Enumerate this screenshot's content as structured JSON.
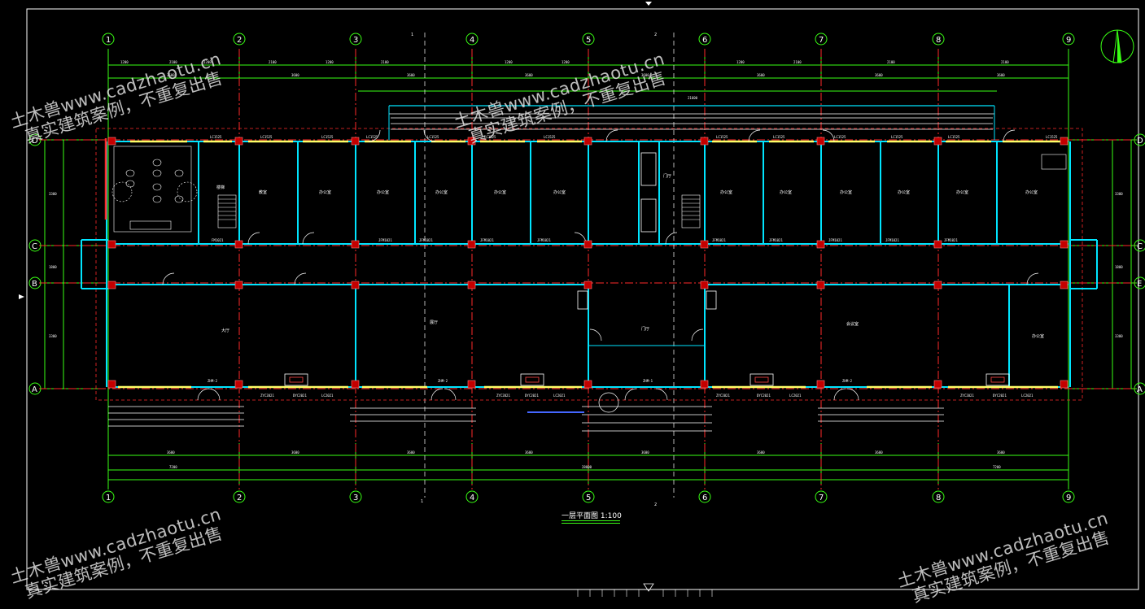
{
  "drawing": {
    "title": "一层平面图 1:100",
    "watermark": {
      "line1": "土木兽www.cadzhaotu.cn",
      "line2": "真实建筑案例，不重复出售"
    },
    "axes_columns": [
      "1",
      "2",
      "3",
      "4",
      "5",
      "6",
      "7",
      "8",
      "9"
    ],
    "axes_rows_left": [
      "D",
      "C",
      "B",
      "A"
    ],
    "axes_rows_right": [
      "D",
      "C",
      "E",
      "A"
    ],
    "section_marks": [
      "1",
      "1",
      "2",
      "2"
    ],
    "room_labels": [
      "楼梯",
      "教室",
      "办公室",
      "办公室",
      "办公室",
      "办公室",
      "办公室",
      "门厅",
      "办公室",
      "办公室",
      "办公室",
      "办公室",
      "办公室",
      "办公室",
      "大厅",
      "展厅",
      "门厅",
      "会议室",
      "办公室"
    ],
    "colors": {
      "background": "#000000",
      "axis": "#ff2a2a",
      "wall": "#00e5ff",
      "dimension": "#39ff14",
      "column": "#c40000",
      "window": "#ffff66",
      "text": "#ffffff"
    }
  }
}
